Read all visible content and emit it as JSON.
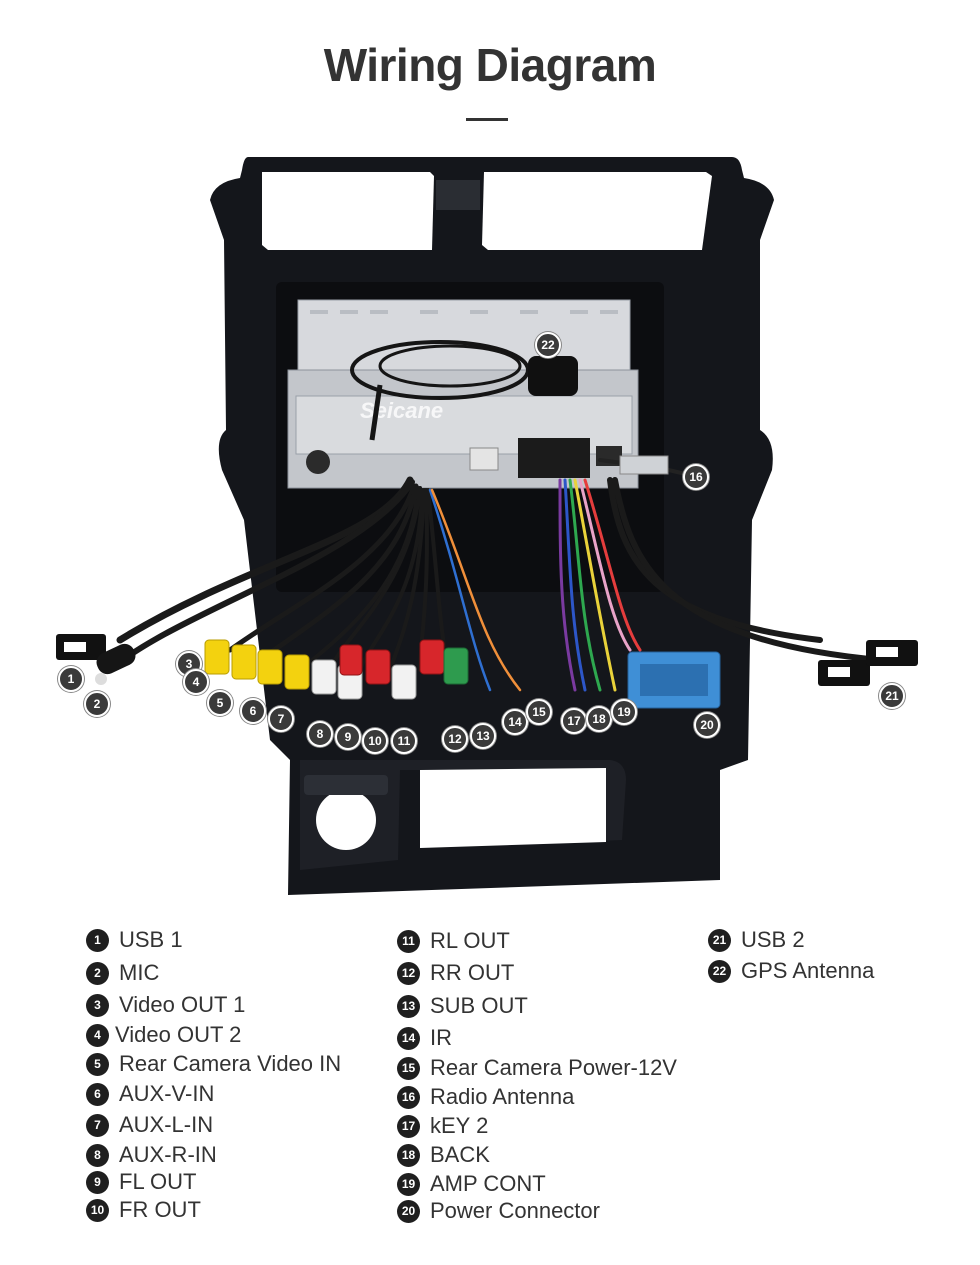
{
  "title": "Wiring Diagram",
  "watermark": "Seicane",
  "callouts": [
    "1",
    "2",
    "3",
    "4",
    "5",
    "6",
    "7",
    "8",
    "9",
    "10",
    "11",
    "12",
    "13",
    "14",
    "15",
    "16",
    "17",
    "18",
    "19",
    "20",
    "21",
    "22"
  ],
  "legend": {
    "col1": [
      {
        "num": "1",
        "label": "USB 1"
      },
      {
        "num": "2",
        "label": "MIC"
      },
      {
        "num": "3",
        "label": "Video OUT 1"
      },
      {
        "num": "4",
        "label": "Video OUT 2"
      },
      {
        "num": "5",
        "label": "Rear Camera Video IN"
      },
      {
        "num": "6",
        "label": "AUX-V-IN"
      },
      {
        "num": "7",
        "label": "AUX-L-IN"
      },
      {
        "num": "8",
        "label": "AUX-R-IN"
      },
      {
        "num": "9",
        "label": "FL OUT"
      },
      {
        "num": "10",
        "label": "FR OUT"
      }
    ],
    "col2": [
      {
        "num": "11",
        "label": "RL OUT"
      },
      {
        "num": "12",
        "label": "RR OUT"
      },
      {
        "num": "13",
        "label": "SUB OUT"
      },
      {
        "num": "14",
        "label": "IR"
      },
      {
        "num": "15",
        "label": "Rear Camera Power-12V"
      },
      {
        "num": "16",
        "label": "Radio Antenna"
      },
      {
        "num": "17",
        "label": "kEY 2"
      },
      {
        "num": "18",
        "label": "BACK"
      },
      {
        "num": "19",
        "label": "AMP CONT"
      },
      {
        "num": "20",
        "label": "Power Connector"
      }
    ],
    "col3": [
      {
        "num": "21",
        "label": "USB 2"
      },
      {
        "num": "22",
        "label": "GPS Antenna"
      }
    ]
  },
  "colors": {
    "frame": "#15171c",
    "chassis": "#c9ccd1",
    "rca_yellow": "#f3d20f",
    "rca_red": "#d7262b",
    "rca_white": "#f2f2f2",
    "rca_green": "#2e9b4e",
    "connector_blue": "#3f8fd6"
  }
}
